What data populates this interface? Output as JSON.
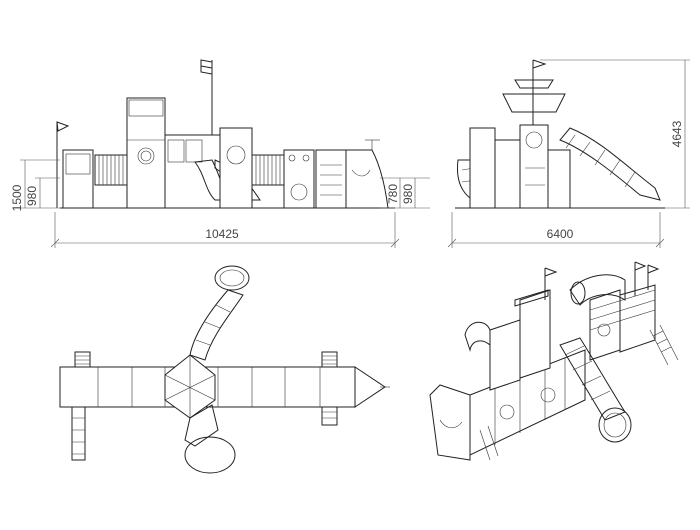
{
  "dimensions": {
    "front_length": "10425",
    "front_height_total": "1500",
    "front_platform_left": "980",
    "front_platform_right_low": "780",
    "front_platform_right": "980",
    "side_width": "6400",
    "side_height": "4643"
  },
  "colors": {
    "line": "#222222",
    "dimension": "#555555",
    "background": "#ffffff"
  }
}
